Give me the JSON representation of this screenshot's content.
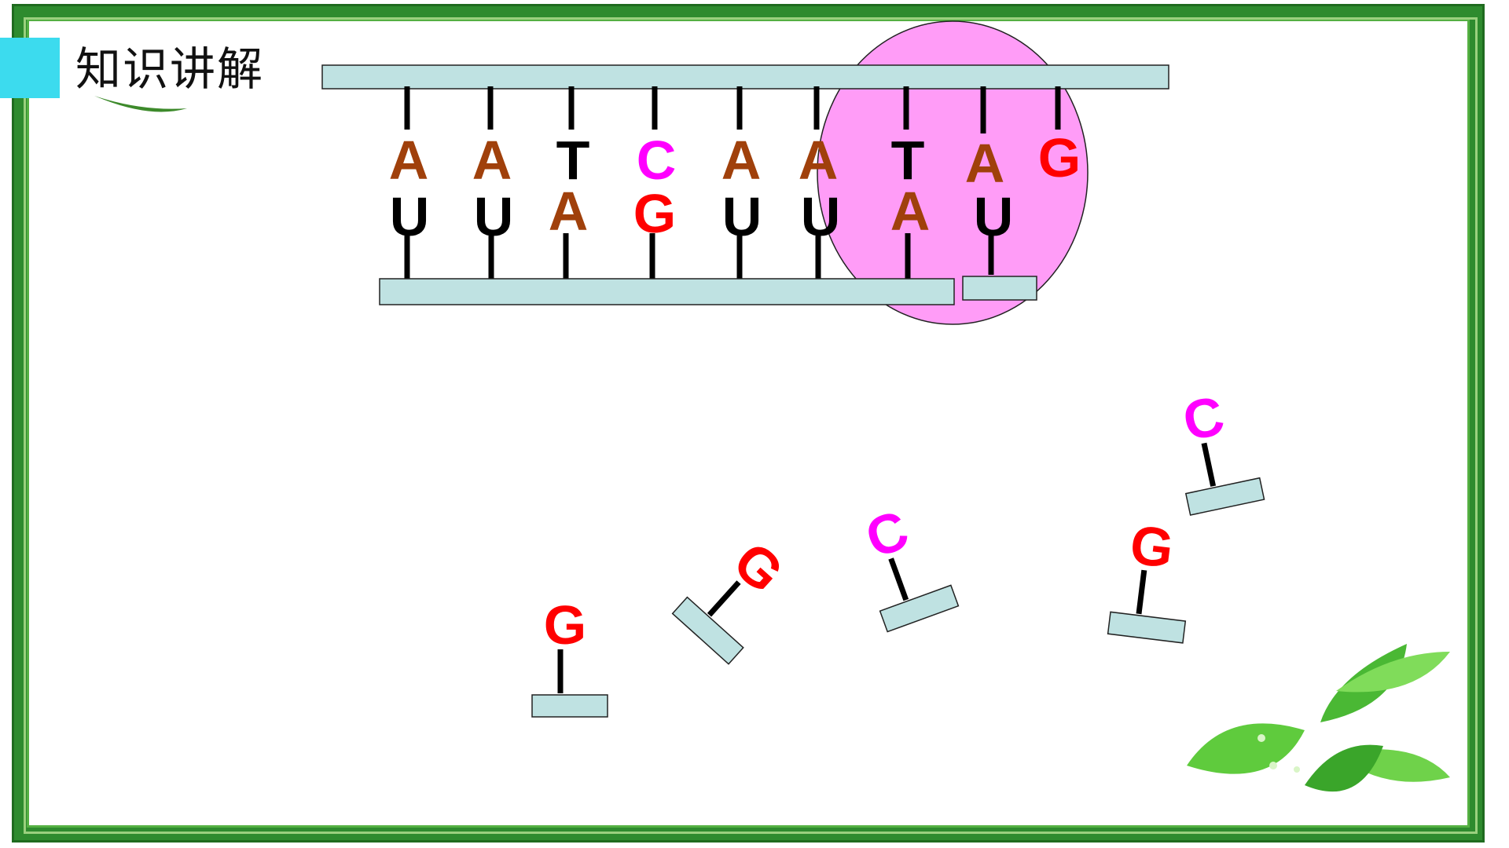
{
  "title": "知识讲解",
  "colors": {
    "frame": "#2e8b2e",
    "title_block": "#3cdbee",
    "strand": "#bfe2e2",
    "enzyme": "#ff9cf7",
    "A": "#a0400b",
    "T": "#000000",
    "U": "#000000",
    "C": "#ff00ff",
    "G": "#ff0000"
  },
  "dna_template": [
    "A",
    "A",
    "T",
    "C",
    "A",
    "A",
    "T",
    "A",
    "G"
  ],
  "rna_strand": [
    "U",
    "U",
    "A",
    "G",
    "U",
    "U",
    "A",
    "U"
  ],
  "free_nucleotides": [
    "G",
    "G",
    "C",
    "G",
    "C"
  ],
  "icons": [
    "rna-polymerase-shape",
    "leaf-decoration-icon"
  ]
}
